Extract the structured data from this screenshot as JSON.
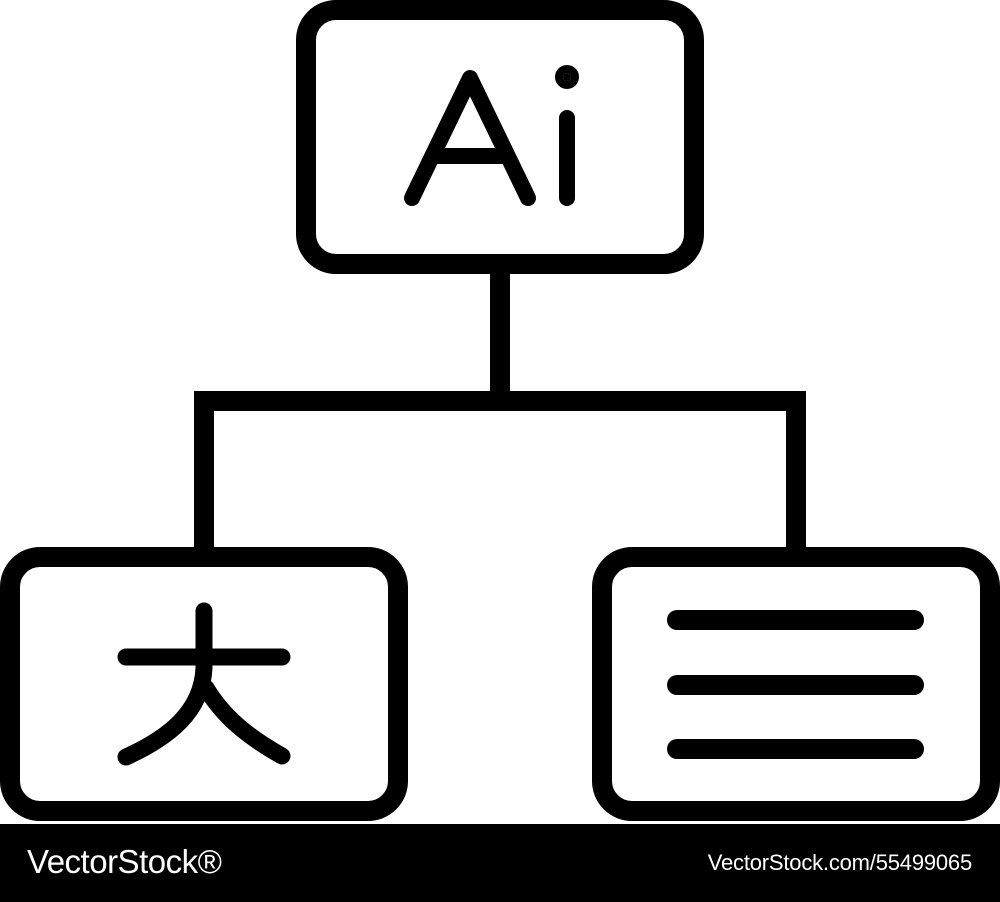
{
  "diagram": {
    "root_label": "Ai",
    "left_label": "大",
    "right_icon": "text-lines-icon",
    "stroke_color": "#000000",
    "fill_color": "#ffffff"
  },
  "watermark": {
    "brand": "VectorStock®",
    "credit": "VectorStock.com/55499065",
    "background": "#000000",
    "text_color": "#ffffff"
  }
}
